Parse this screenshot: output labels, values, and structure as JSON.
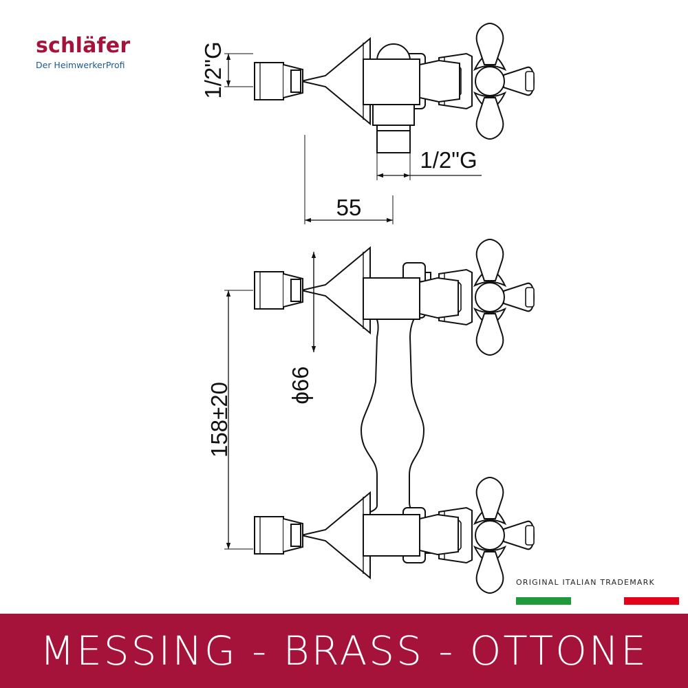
{
  "brand": {
    "name": "schläfer",
    "tagline": "Der HeimwerkerProfi",
    "color": "#a5123a",
    "tagline_color": "#1a5a8e"
  },
  "dimensions": {
    "inlet_thread_side": "1/2\"G",
    "outlet_thread": "1/2\"G",
    "projection": "55",
    "rosette_diameter": "ϕ66",
    "inlet_spacing": "158±20"
  },
  "trademark": {
    "text": "ORIGINAL ITALIAN TRADEMARK",
    "flag_green": "#1e9a3a",
    "flag_red": "#e3001b"
  },
  "banner": {
    "text": "MESSING - BRASS - OTTONE",
    "background": "#a5123a",
    "text_color": "#ffffff"
  },
  "line_color": "#111111"
}
